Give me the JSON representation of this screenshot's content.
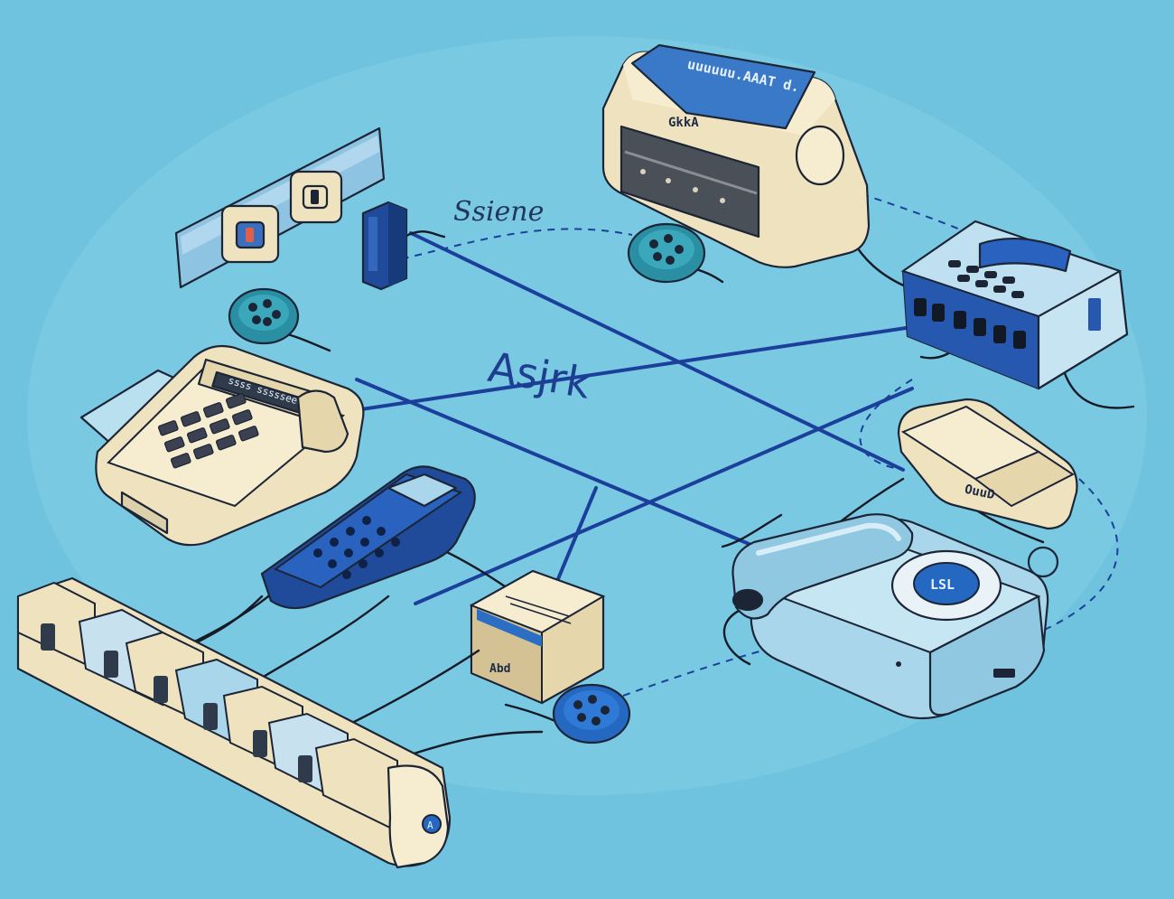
{
  "labels": {
    "center": "Asjrk",
    "handwritten": "Ssiene",
    "printer_top": "GkkA",
    "printer_screen": "uuuuuu.AAAT d.",
    "desk_phone_strip": "ssss ssssseee",
    "router_label": "OuuD",
    "hub_label": "Abd",
    "rotary_dial": "LSL",
    "strip_module": "A"
  },
  "colors": {
    "background": "#6fc3de",
    "network_lines": "#1b3f9a",
    "beige": "#efe2bf",
    "navy": "#1f4b9a",
    "light_blue": "#a9d6ea",
    "teal": "#2b8fa3"
  }
}
